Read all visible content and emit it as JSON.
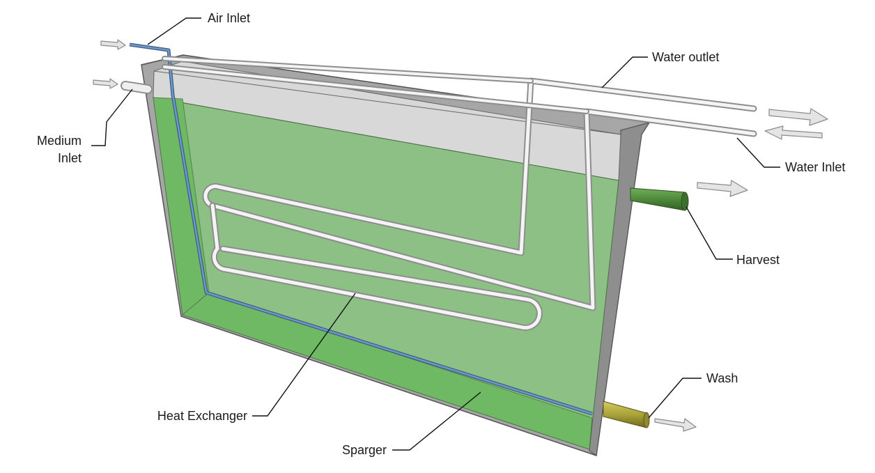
{
  "labels": {
    "air_inlet": "Air Inlet",
    "medium_inlet_line1": "Medium",
    "medium_inlet_line2": "Inlet",
    "water_outlet": "Water outlet",
    "water_inlet": "Water Inlet",
    "harvest": "Harvest",
    "wash": "Wash",
    "heat_exchanger": "Heat Exchanger",
    "sparger": "Sparger"
  },
  "colors": {
    "tank_wall": "#a6a6a6",
    "tank_wall_dark": "#8e8e8e",
    "medium_fill": "#8cc084",
    "medium_fill_bright": "#6fb964",
    "sparger_blue": "#5b84b3",
    "harvest_pipe": "#4f8a3c",
    "wash_pipe": "#a8a23a",
    "coil": "#f2f2f2"
  }
}
